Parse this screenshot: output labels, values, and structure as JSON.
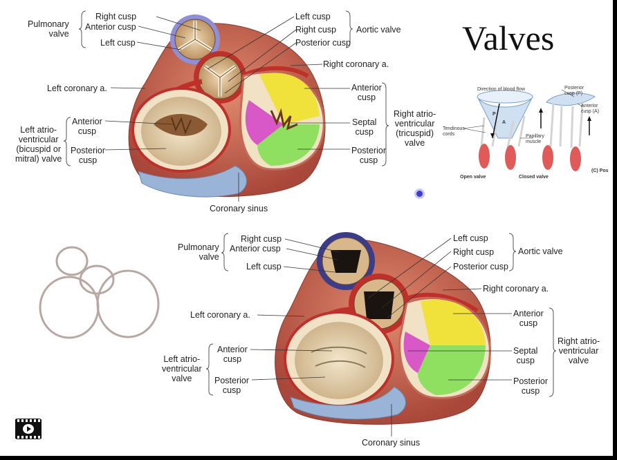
{
  "title": "Valves",
  "top_figure": {
    "pulmonary_valve": "Pulmonary\nvalve",
    "pulm_right_cusp": "Right cusp",
    "pulm_anterior_cusp": "Anterior cusp",
    "pulm_left_cusp": "Left cusp",
    "aortic_left_cusp": "Left cusp",
    "aortic_right_cusp": "Right cusp",
    "aortic_posterior_cusp": "Posterior cusp",
    "aortic_valve": "Aortic valve",
    "right_coronary": "Right coronary a.",
    "left_coronary": "Left coronary a.",
    "mitral_anterior_cusp": "Anterior\ncusp",
    "mitral_posterior_cusp": "Posterior\ncusp",
    "mitral_valve": "Left atrio-\nventricular\n(bicuspid or\nmitral) valve",
    "tricuspid_anterior_cusp": "Anterior\ncusp",
    "tricuspid_septal_cusp": "Septal\ncusp",
    "tricuspid_posterior_cusp": "Posterior\ncusp",
    "tricuspid_valve": "Right atrio-\nventricular\n(tricuspid)\nvalve",
    "coronary_sinus": "Coronary sinus"
  },
  "inset": {
    "direction_of_blood_flow": "Direction of blood flow",
    "posterior_cusp_p": "Posterior\ncusp (P)",
    "anterior_cusp_a": "Anterior\ncusp (A)",
    "tendinous_cords": "Tendinous\ncords",
    "papillary_muscle": "Papillary\nmuscle",
    "open_valve": "Open valve",
    "closed_valve": "Closed valve",
    "copyright": "(C) Pos",
    "p_mark": "P",
    "a_mark": "A"
  },
  "bottom_figure": {
    "pulmonary_valve": "Pulmonary\nvalve",
    "pulm_right_cusp": "Right cusp",
    "pulm_anterior_cusp": "Anterior cusp",
    "pulm_left_cusp": "Left cusp",
    "aortic_left_cusp": "Left cusp",
    "aortic_right_cusp": "Right cusp",
    "aortic_posterior_cusp": "Posterior cusp",
    "aortic_valve": "Aortic valve",
    "right_coronary": "Right coronary a.",
    "left_coronary": "Left coronary a.",
    "mitral_anterior_cusp": "Anterior\ncusp",
    "mitral_posterior_cusp": "Posterior\ncusp",
    "mitral_valve": "Left atrio-\nventricular\nvalve",
    "tricuspid_anterior_cusp": "Anterior\ncusp",
    "tricuspid_septal_cusp": "Septal\ncusp",
    "tricuspid_posterior_cusp": "Posterior\ncusp",
    "tricuspid_valve": "Right atrio-\nventricular\nvalve",
    "coronary_sinus": "Coronary sinus"
  },
  "colors": {
    "anterior_cusp": "#f0e23a",
    "septal_cusp": "#d858c8",
    "posterior_cusp": "#8fe060",
    "heart_muscle": "#c9624e",
    "artery": "#c0302a",
    "vein": "#9ab4d8",
    "valve_tissue": "#d8b88a"
  },
  "icons": [
    "video-icon",
    "cursor-dot"
  ]
}
